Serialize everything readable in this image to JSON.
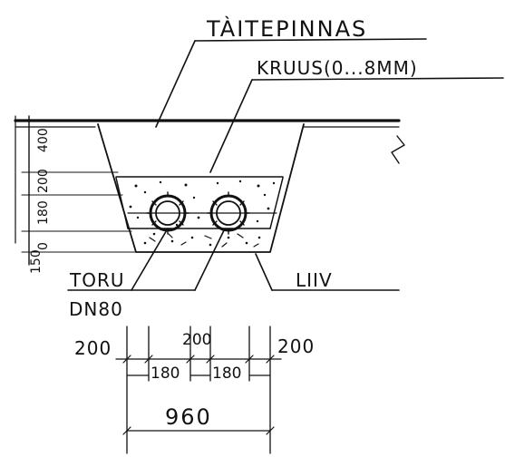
{
  "labels": {
    "surface_fill": "TÀITEPINNAS",
    "gravel": "KRUUS(0...8MM)",
    "pipe": "TORU",
    "pipe_size": "DN80",
    "sand": "LIIV"
  },
  "vertical_dims": {
    "top": "400",
    "upper": "200",
    "middle": "180",
    "lower": "0",
    "bottom": "150"
  },
  "horizontal_dims": {
    "left_margin": "200",
    "pipe_gap": "200",
    "right_margin": "200",
    "left_pipe": "180",
    "right_pipe": "180",
    "total": "960"
  }
}
